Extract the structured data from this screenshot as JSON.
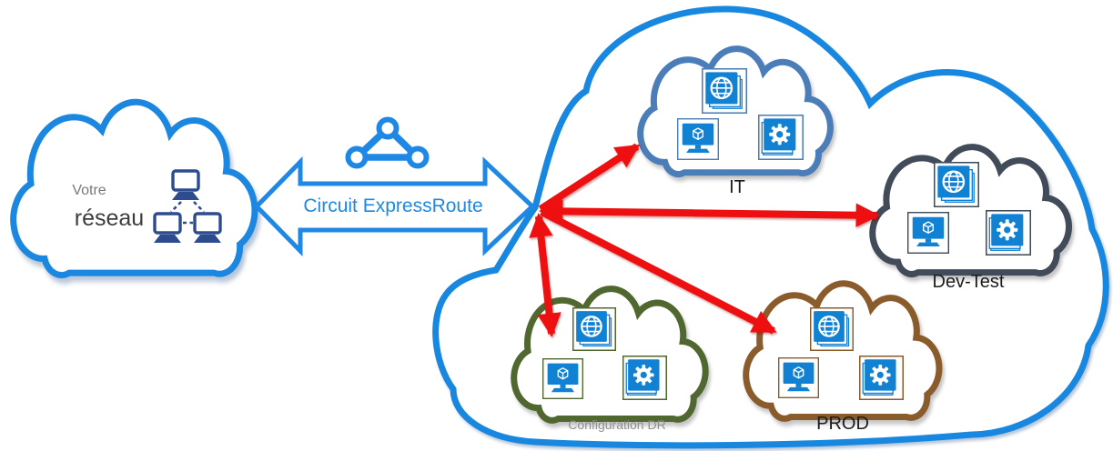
{
  "customer_cloud": {
    "line1": "Votre",
    "line2": "réseau",
    "border_color": "#1b87e0",
    "line1_color": "#7a7a7a",
    "line2_color": "#3d3d3d",
    "network_icon_color": "#2d4b8f"
  },
  "circuit": {
    "label": "Circuit ExpressRoute",
    "color": "#1e88e4"
  },
  "azure": {
    "big_cloud_color": "#1787df",
    "clouds": [
      {
        "id": "it",
        "label": "IT",
        "color": "#4b7db8",
        "label_color": "#1c1c1c"
      },
      {
        "id": "devtest",
        "label": "Dev-Test",
        "color": "#414b5a",
        "label_color": "#1c1c1c"
      },
      {
        "id": "dr",
        "label": "Configuration DR",
        "color": "#50682f",
        "label_color": "#8f8f8f"
      },
      {
        "id": "prod",
        "label": "PROD",
        "color": "#8a5c2c",
        "label_color": "#1c1c1c"
      }
    ],
    "icon_blue": "#1181d4"
  },
  "arrows": {
    "color": "#ee1010"
  }
}
